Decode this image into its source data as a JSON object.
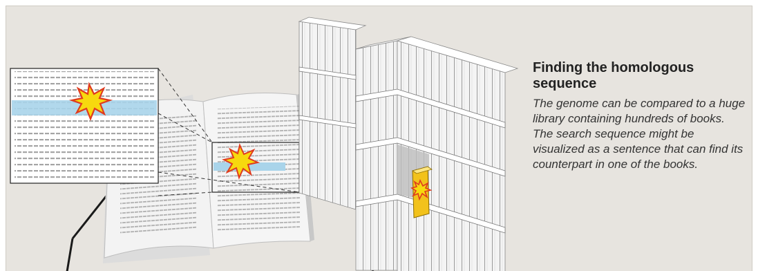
{
  "caption": {
    "title": "Finding the homologous sequence",
    "body": "The genome can be compared to a huge library containing hundreds of books. The search sequence might be visualized as a sentence that can find its counterpart in one of the books."
  },
  "illustration": {
    "left_panel": "open book with a highlighted sentence, magnified",
    "right_panel": "bookshelf with one highlighted book",
    "colors": {
      "background": "#e7e4df",
      "highlight": "#a9d4ea",
      "book_marker": "#f2c21b",
      "star_fill": "#f7d90e",
      "star_outline": "#e03a1e"
    }
  }
}
